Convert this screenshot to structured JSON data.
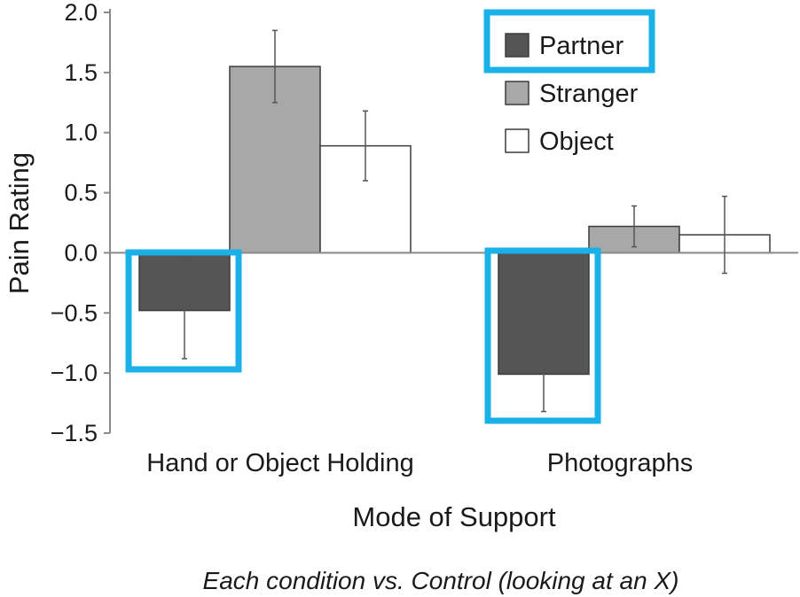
{
  "chart_data": {
    "type": "bar",
    "categories": [
      "Hand or Object Holding",
      "Photographs"
    ],
    "series": [
      {
        "name": "Partner",
        "values": [
          -0.48,
          -1.01
        ],
        "errors": [
          0.4,
          0.31
        ],
        "color": "#555555"
      },
      {
        "name": "Stranger",
        "values": [
          1.55,
          0.22
        ],
        "errors": [
          0.3,
          0.17
        ],
        "color": "#a8a8a8"
      },
      {
        "name": "Object",
        "values": [
          0.89,
          0.15
        ],
        "errors": [
          0.29,
          0.32
        ],
        "color": "#ffffff"
      }
    ],
    "title": "",
    "xlabel": "Mode of Support",
    "ylabel": "Pain Rating",
    "ylim": [
      -1.5,
      2.0
    ],
    "yticks": [
      2.0,
      1.5,
      1.0,
      0.5,
      0.0,
      -0.5,
      -1.0,
      -1.5
    ],
    "ytick_labels": [
      "2.0",
      "1.5",
      "1.0",
      "0.5",
      "0.0",
      "−0.5",
      "−1.0",
      "−1.5"
    ],
    "grid": false,
    "legend_position": "top-right",
    "highlight_color": "#1ab0e8",
    "highlights": [
      "legend-entry-partner",
      "bar-partner-hand-or-object-holding",
      "bar-partner-photographs"
    ]
  },
  "caption": "Each condition vs. Control (looking at an X)"
}
